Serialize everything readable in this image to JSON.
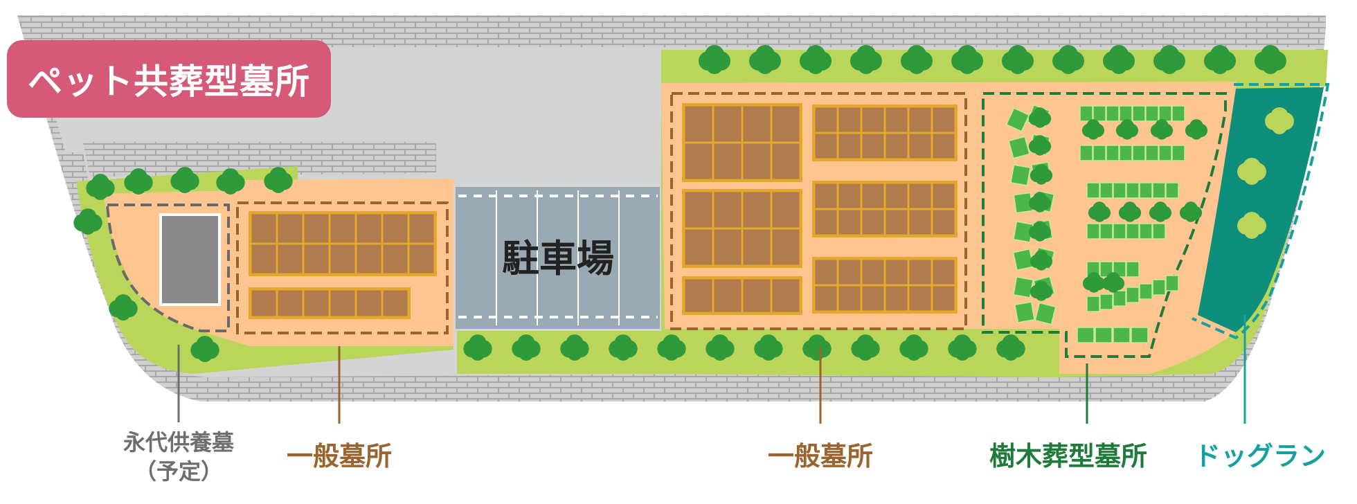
{
  "title": "ペット共葬型墓所",
  "parking_label": "駐車場",
  "labels": {
    "eitai_line1": "永代供養墓",
    "eitai_line2": "（予定）",
    "general_left": "一般墓所",
    "general_right": "一般墓所",
    "tree_burial": "樹木葬型墓所",
    "dog_run": "ドッグラン"
  },
  "colors": {
    "title_badge": "#d45a78",
    "plot_area": "#ffc591",
    "grave_plot": "#b07c4d",
    "grave_border": "#e5a82a",
    "hedge": "#b9d55a",
    "tree": "#2e9a3c",
    "tree_plot": "#4cb648",
    "dog_run": "#0d8f7b",
    "parking": "#9aaab4",
    "pavement": "#d4d4d4",
    "brick": "#a9a9a9"
  }
}
